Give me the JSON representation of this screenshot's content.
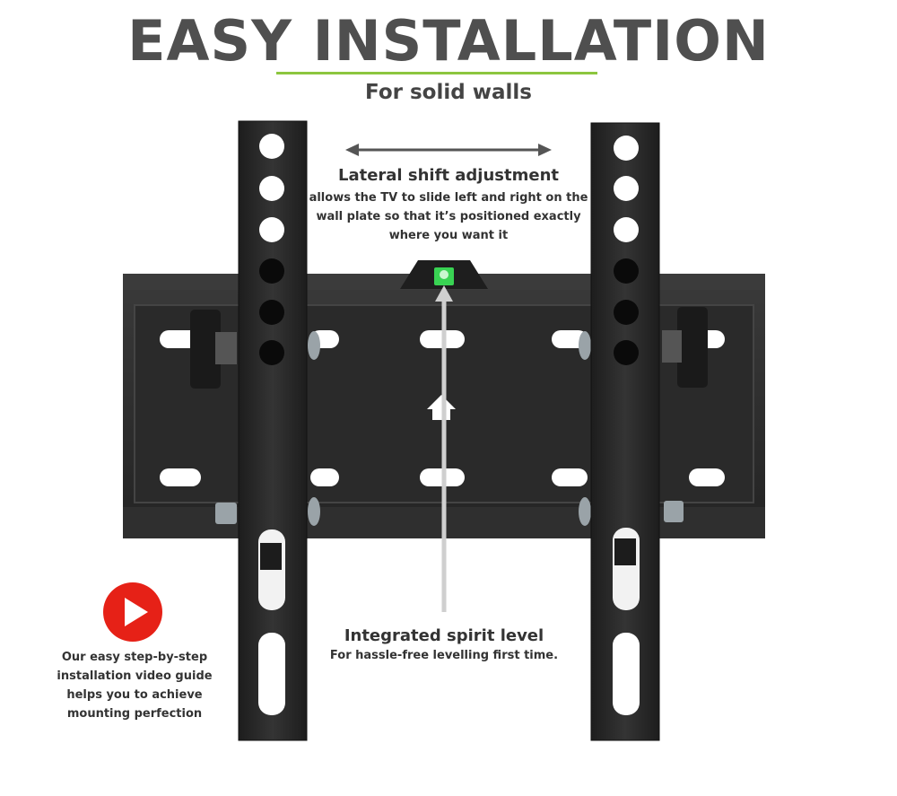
{
  "header": {
    "title": "EASY INSTALLATION",
    "subtitle": "For solid walls"
  },
  "lateral_shift": {
    "heading": "Lateral shift adjustment",
    "description": "allows the TV to slide left and right on the wall plate so that it’s positioned exactly where you want it"
  },
  "spirit_level": {
    "heading": "Integrated spirit level",
    "description": "For hassle-free levelling first time."
  },
  "video_guide": {
    "description": "Our easy step-by-step installation video guide helps you to achieve mounting perfection",
    "icon": "play-icon"
  },
  "colors": {
    "title": "#4f4f4f",
    "accent_rule": "#8cc63f",
    "play_button": "#e62117",
    "bracket": "#2b2b2b",
    "spirit_level": "#39d353"
  }
}
